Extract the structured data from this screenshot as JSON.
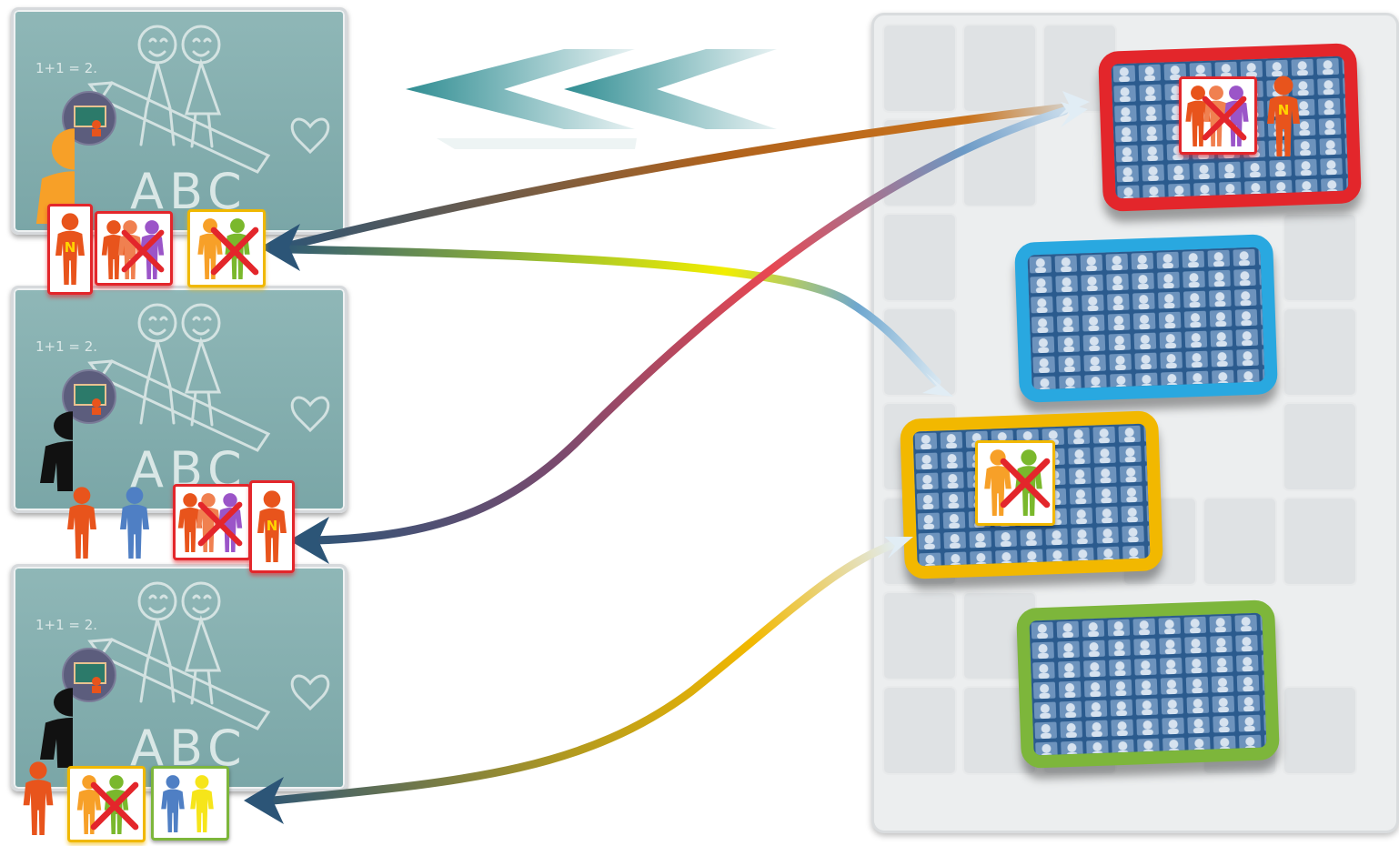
{
  "boards": [
    {
      "formula": "1+1 = 2.",
      "letters": "ABC"
    },
    {
      "formula": "1+1 = 2.",
      "letters": "ABC"
    },
    {
      "formula": "1+1 = 2.",
      "letters": "ABC"
    }
  ],
  "badge_letter": "N",
  "colors": {
    "group_red": "#e3262b",
    "group_blue": "#29a8e0",
    "group_yellow": "#f2b800",
    "group_green": "#7db63b",
    "arrow_dark": "#2c5577",
    "figure_orange": "#e8541c",
    "figure_light_orange": "#f7a028",
    "figure_purple": "#9b55c8",
    "figure_green": "#7ab82c",
    "figure_blue": "#4f7fc4",
    "figure_yellow": "#f6e51a",
    "figure_black": "#111111"
  },
  "icons": {
    "teacher": "teacher-at-board-icon",
    "person": "person-figure-icon",
    "cross": "red-x-cross-icon",
    "mosaic": "face-mosaic-icon",
    "direction": "double-chevron-left-icon"
  }
}
